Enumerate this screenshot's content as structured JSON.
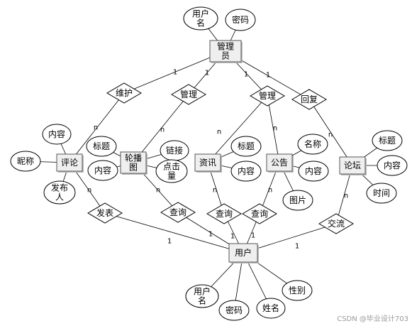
{
  "entities": [
    {
      "id": "admin",
      "name": "管理员",
      "lines": [
        "管理",
        "员"
      ]
    },
    {
      "id": "comment",
      "name": "评论",
      "lines": [
        "评论"
      ]
    },
    {
      "id": "carousel",
      "name": "轮播图",
      "lines": [
        "轮播",
        "图"
      ]
    },
    {
      "id": "news",
      "name": "资讯",
      "lines": [
        "资讯"
      ]
    },
    {
      "id": "notice",
      "name": "公告",
      "lines": [
        "公告"
      ]
    },
    {
      "id": "forum",
      "name": "论坛",
      "lines": [
        "论坛"
      ]
    },
    {
      "id": "user",
      "name": "用户",
      "lines": [
        "用户"
      ]
    }
  ],
  "attributes": [
    {
      "id": "admin-username",
      "lines": [
        "用户",
        "名"
      ]
    },
    {
      "id": "admin-password",
      "lines": [
        "密码"
      ]
    },
    {
      "id": "comment-content",
      "lines": [
        "内容"
      ]
    },
    {
      "id": "comment-nickname",
      "lines": [
        "昵称"
      ]
    },
    {
      "id": "comment-author",
      "lines": [
        "发布",
        "人"
      ]
    },
    {
      "id": "carousel-title",
      "lines": [
        "标题"
      ]
    },
    {
      "id": "carousel-content",
      "lines": [
        "内容"
      ]
    },
    {
      "id": "carousel-link",
      "lines": [
        "链接"
      ]
    },
    {
      "id": "carousel-clicks",
      "lines": [
        "点击",
        "量"
      ]
    },
    {
      "id": "news-title",
      "lines": [
        "标题"
      ]
    },
    {
      "id": "news-content",
      "lines": [
        "内容"
      ]
    },
    {
      "id": "notice-name",
      "lines": [
        "名称"
      ]
    },
    {
      "id": "notice-content",
      "lines": [
        "内容"
      ]
    },
    {
      "id": "notice-image",
      "lines": [
        "图片"
      ]
    },
    {
      "id": "forum-title",
      "lines": [
        "标题"
      ]
    },
    {
      "id": "forum-content",
      "lines": [
        "内容"
      ]
    },
    {
      "id": "forum-time",
      "lines": [
        "时间"
      ]
    },
    {
      "id": "user-username",
      "lines": [
        "用户",
        "名"
      ]
    },
    {
      "id": "user-password",
      "lines": [
        "密码"
      ]
    },
    {
      "id": "user-name",
      "lines": [
        "姓名"
      ]
    },
    {
      "id": "user-gender",
      "lines": [
        "性别"
      ]
    }
  ],
  "relationships": [
    {
      "id": "maintain",
      "label": "维护"
    },
    {
      "id": "manage-carousel",
      "label": "管理"
    },
    {
      "id": "manage-info",
      "label": "管理"
    },
    {
      "id": "reply",
      "label": "回复"
    },
    {
      "id": "publish",
      "label": "发表"
    },
    {
      "id": "query-carousel",
      "label": "查询"
    },
    {
      "id": "query-news",
      "label": "查询"
    },
    {
      "id": "query-notice",
      "label": "查询"
    },
    {
      "id": "exchange",
      "label": "交流"
    }
  ],
  "cardinalities": [
    {
      "id": "c-admin-maintain",
      "text": "1"
    },
    {
      "id": "c-admin-manage-carousel",
      "text": "1"
    },
    {
      "id": "c-admin-manage-info",
      "text": "1"
    },
    {
      "id": "c-admin-reply",
      "text": "1"
    },
    {
      "id": "c-maintain-comment",
      "text": "n"
    },
    {
      "id": "c-manage-carousel",
      "text": "n"
    },
    {
      "id": "c-manage-news",
      "text": "n"
    },
    {
      "id": "c-manage-notice",
      "text": "n"
    },
    {
      "id": "c-reply-forum",
      "text": "n"
    },
    {
      "id": "c-comment-publish",
      "text": "n"
    },
    {
      "id": "c-carousel-query",
      "text": "n"
    },
    {
      "id": "c-news-query",
      "text": "n"
    },
    {
      "id": "c-notice-query",
      "text": "n"
    },
    {
      "id": "c-forum-exchange",
      "text": "n"
    },
    {
      "id": "c-publish-user",
      "text": "1"
    },
    {
      "id": "c-query-carousel-user",
      "text": "1"
    },
    {
      "id": "c-query-news-user",
      "text": "1"
    },
    {
      "id": "c-query-notice-user",
      "text": "1"
    },
    {
      "id": "c-exchange-user",
      "text": "1"
    }
  ],
  "watermark": "CSDN @毕业设计703"
}
